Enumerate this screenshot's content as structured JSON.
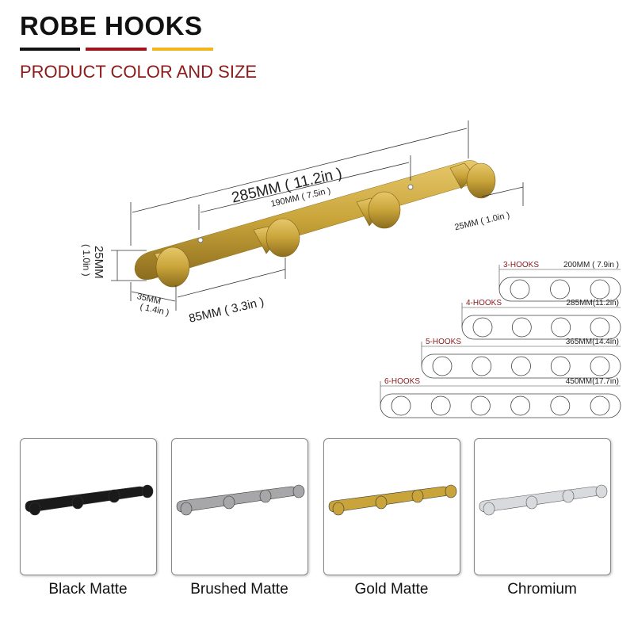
{
  "header": {
    "title": "ROBE HOOKS",
    "subtitle": "PRODUCT COLOR AND SIZE",
    "bar_colors": [
      "#111111",
      "#a0141e",
      "#f2b51c"
    ]
  },
  "dimensions": {
    "total_length": "285MM ( 11.2in )",
    "hook_span": "190MM ( 7.5in )",
    "hook_depth": "25MM ( 1.0in )",
    "height_mm": "25MM",
    "height_in": "( 1.0in )",
    "hook_spacing": "85MM ( 3.3in )",
    "end_offset_mm": "35MM",
    "end_offset_in": "( 1.4in )"
  },
  "sizes": [
    {
      "label": "3-HOOKS",
      "length": "200MM ( 7.9in )",
      "hooks": 3
    },
    {
      "label": "4-HOOKS",
      "length": "285MM(11.2in)",
      "hooks": 4
    },
    {
      "label": "5-HOOKS",
      "length": "365MM(14.4in)",
      "hooks": 5
    },
    {
      "label": "6-HOOKS",
      "length": "450MM(17.7in)",
      "hooks": 6
    }
  ],
  "finishes": [
    {
      "name": "Black Matte",
      "color": "#1a1a1a"
    },
    {
      "name": "Brushed Matte",
      "color": "#a7a7a9"
    },
    {
      "name": "Gold Matte",
      "color": "#c9a43a"
    },
    {
      "name": "Chromium",
      "color": "#d8dadd"
    }
  ],
  "colors": {
    "accent_red": "#8b1a1a",
    "gold": "#c9a43a"
  }
}
